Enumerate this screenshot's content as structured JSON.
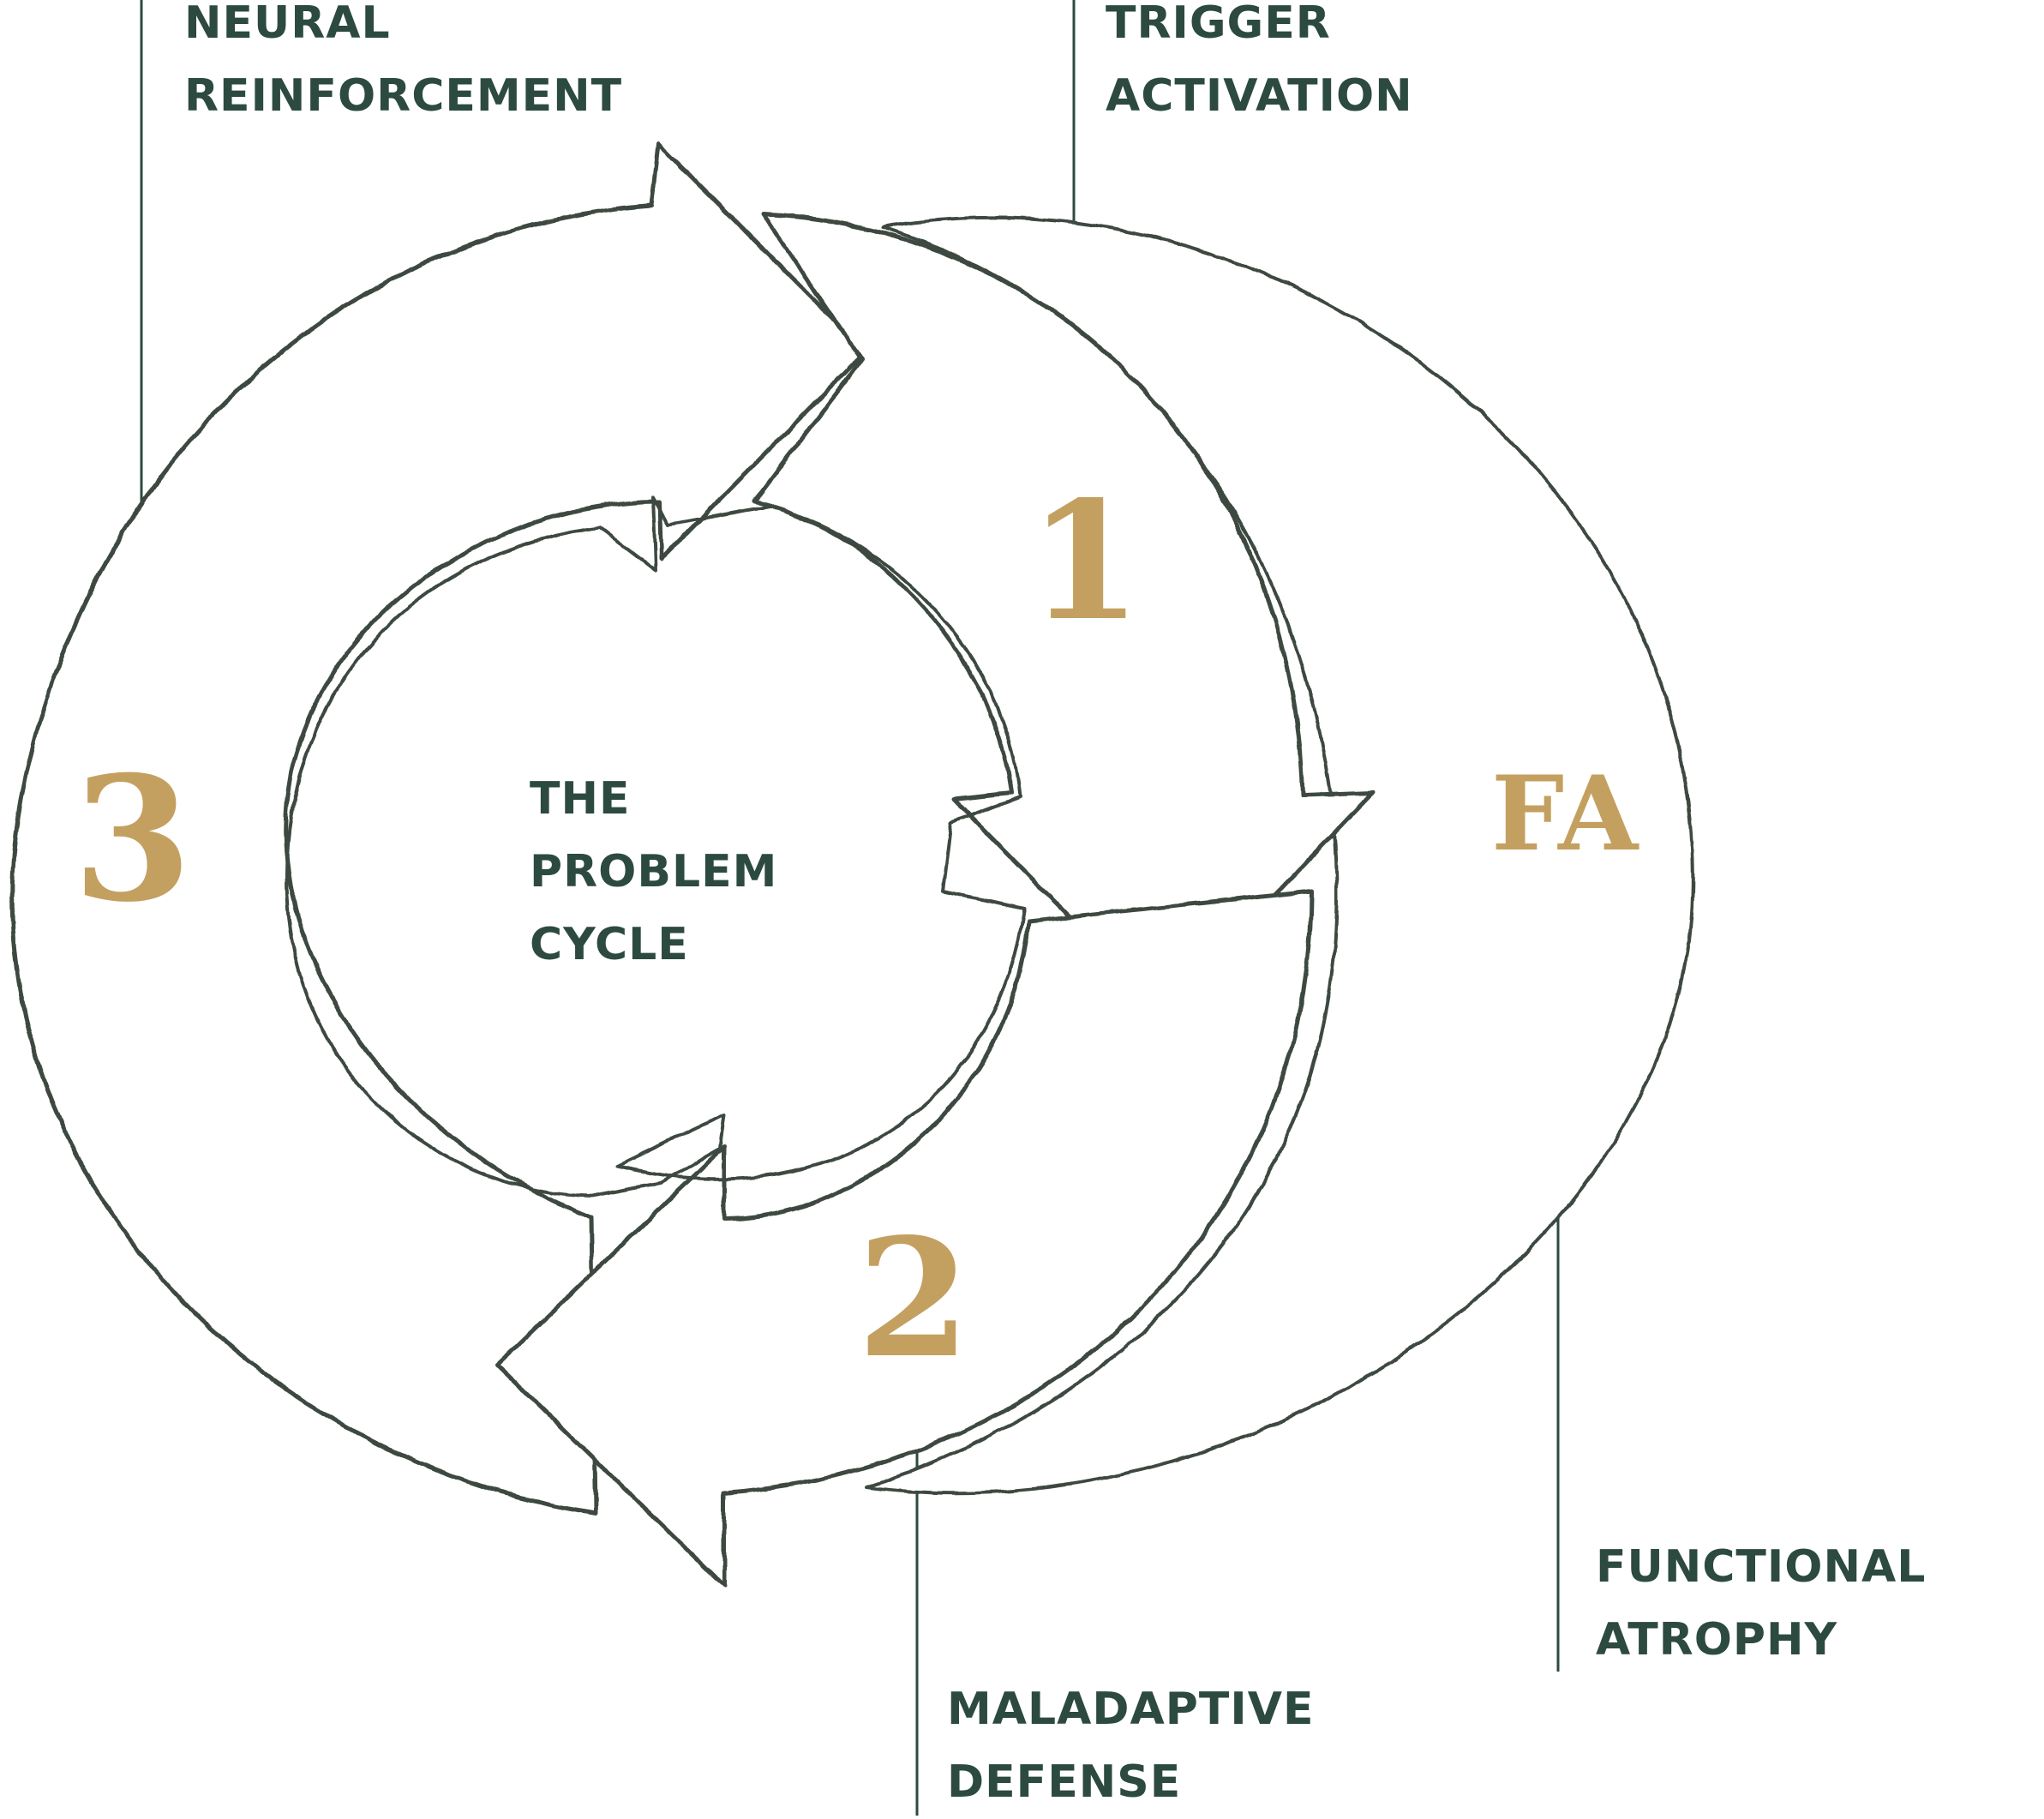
{
  "colors": {
    "text": "#2c4a40",
    "accent": "#c4a060",
    "stroke": "#3e4a3f",
    "shade": "#8d9a8d",
    "leader": "#2c4a40"
  },
  "labels": {
    "neural_reinforcement": [
      "NEURAL",
      "REINFORCEMENT"
    ],
    "trigger_activation": [
      "TRIGGER",
      "ACTIVATION"
    ],
    "center": [
      "THE",
      "PROBLEM",
      "CYCLE"
    ],
    "functional_atrophy": [
      "FUNCTIONAL",
      "ATROPHY"
    ],
    "maladaptive_defense": [
      "MALADAPTIVE",
      "DEFENSE"
    ]
  },
  "markers": {
    "step1": "1",
    "step2": "2",
    "step3": "3",
    "fa": "FA"
  }
}
